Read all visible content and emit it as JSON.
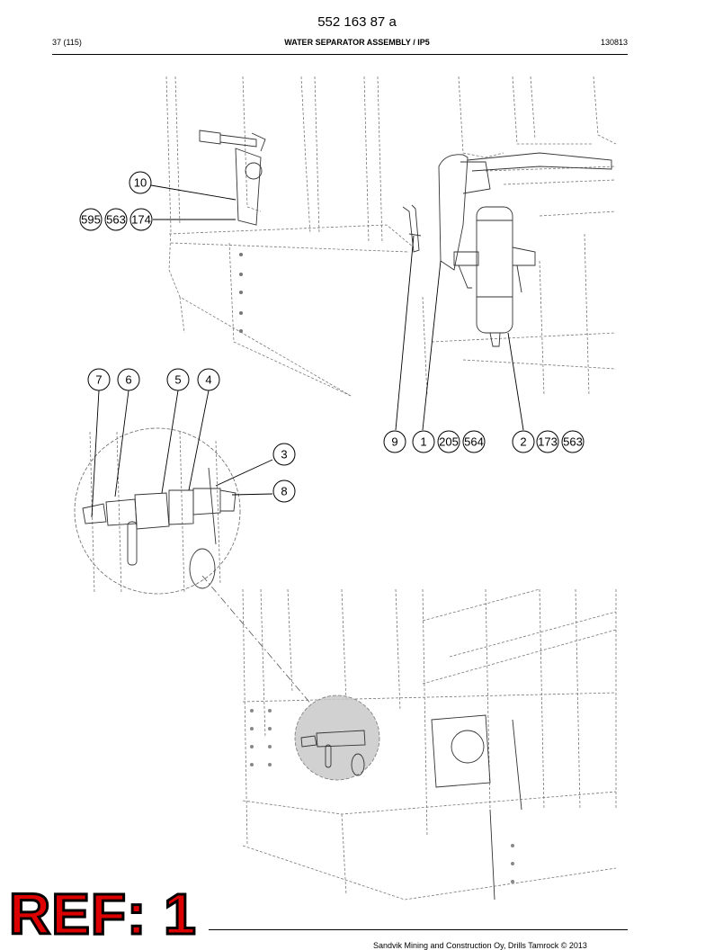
{
  "header": {
    "doc_number": "552 163 87 a",
    "page": "37 (115)",
    "title": "WATER SEPARATOR ASSEMBLY / IP5",
    "date": "130813"
  },
  "callouts": [
    "10",
    "595",
    "563",
    "174",
    "7",
    "6",
    "5",
    "4",
    "3",
    "8",
    "9",
    "1",
    "205",
    "564",
    "2",
    "173",
    "563"
  ],
  "ref_label": "REF: 1",
  "footer": {
    "text": "Sandvik Mining and Construction Oy, Drills Tamrock © 2013"
  }
}
